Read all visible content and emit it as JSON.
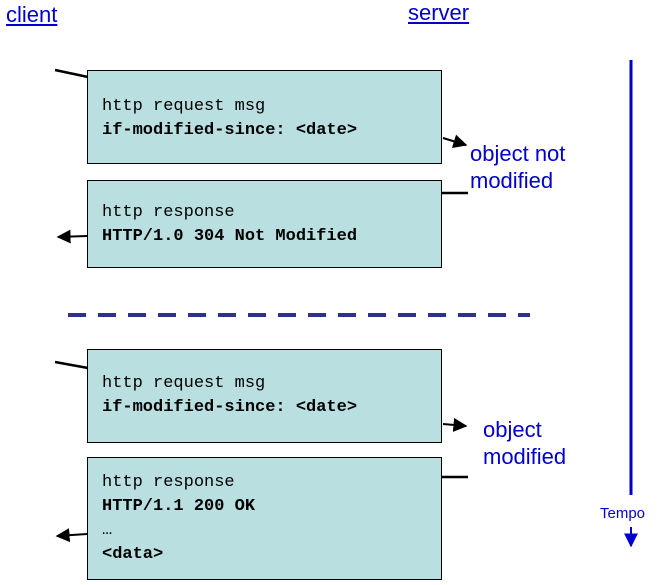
{
  "header": {
    "client": "client",
    "server": "server"
  },
  "exchange_1": {
    "request": {
      "line1": "http request msg",
      "line2": "if-modified-since: <date>"
    },
    "note": {
      "line1": "object not",
      "line2": "modified"
    },
    "response": {
      "line1": "http response",
      "line2": "HTTP/1.0 304 Not Modified"
    }
  },
  "exchange_2": {
    "request": {
      "line1": "http request msg",
      "line2": "if-modified-since: <date>"
    },
    "note": {
      "line1": "object",
      "line2": "modified"
    },
    "response": {
      "line1": "http response",
      "line2": "HTTP/1.1 200 OK",
      "line3": "…",
      "line4": "<data>"
    }
  },
  "timeline": {
    "label": "Tempo"
  },
  "colors": {
    "accent": "#0000cc",
    "box_fill": "#b9dfe0",
    "separator": "#2e3192"
  }
}
